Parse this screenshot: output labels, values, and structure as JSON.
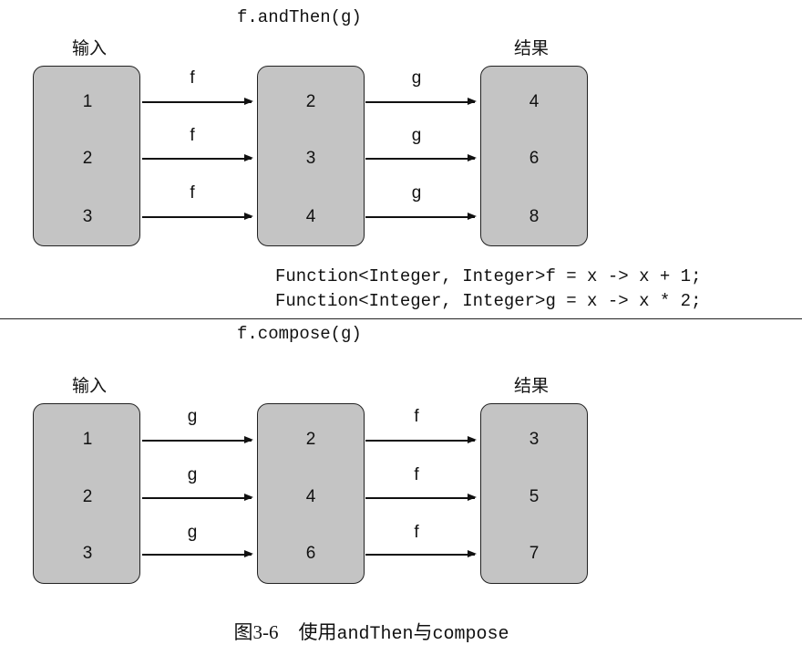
{
  "top": {
    "title": "f.andThen(g)",
    "input_label": "输入",
    "result_label": "结果",
    "input_values": [
      "1",
      "2",
      "3"
    ],
    "mid_values": [
      "2",
      "3",
      "4"
    ],
    "result_values": [
      "4",
      "6",
      "8"
    ],
    "first_label": "f",
    "second_label": "g"
  },
  "code": {
    "line1": "Function<Integer, Integer>f = x -> x + 1;",
    "line2": "Function<Integer, Integer>g = x -> x * 2;"
  },
  "bottom": {
    "title": "f.compose(g)",
    "input_label": "输入",
    "result_label": "结果",
    "input_values": [
      "1",
      "2",
      "3"
    ],
    "mid_values": [
      "2",
      "4",
      "6"
    ],
    "result_values": [
      "3",
      "5",
      "7"
    ],
    "first_label": "g",
    "second_label": "f"
  },
  "caption": {
    "prefix": "图3-6",
    "text1": "使用",
    "code1": "andThen",
    "text2": "与",
    "code2": "compose"
  }
}
